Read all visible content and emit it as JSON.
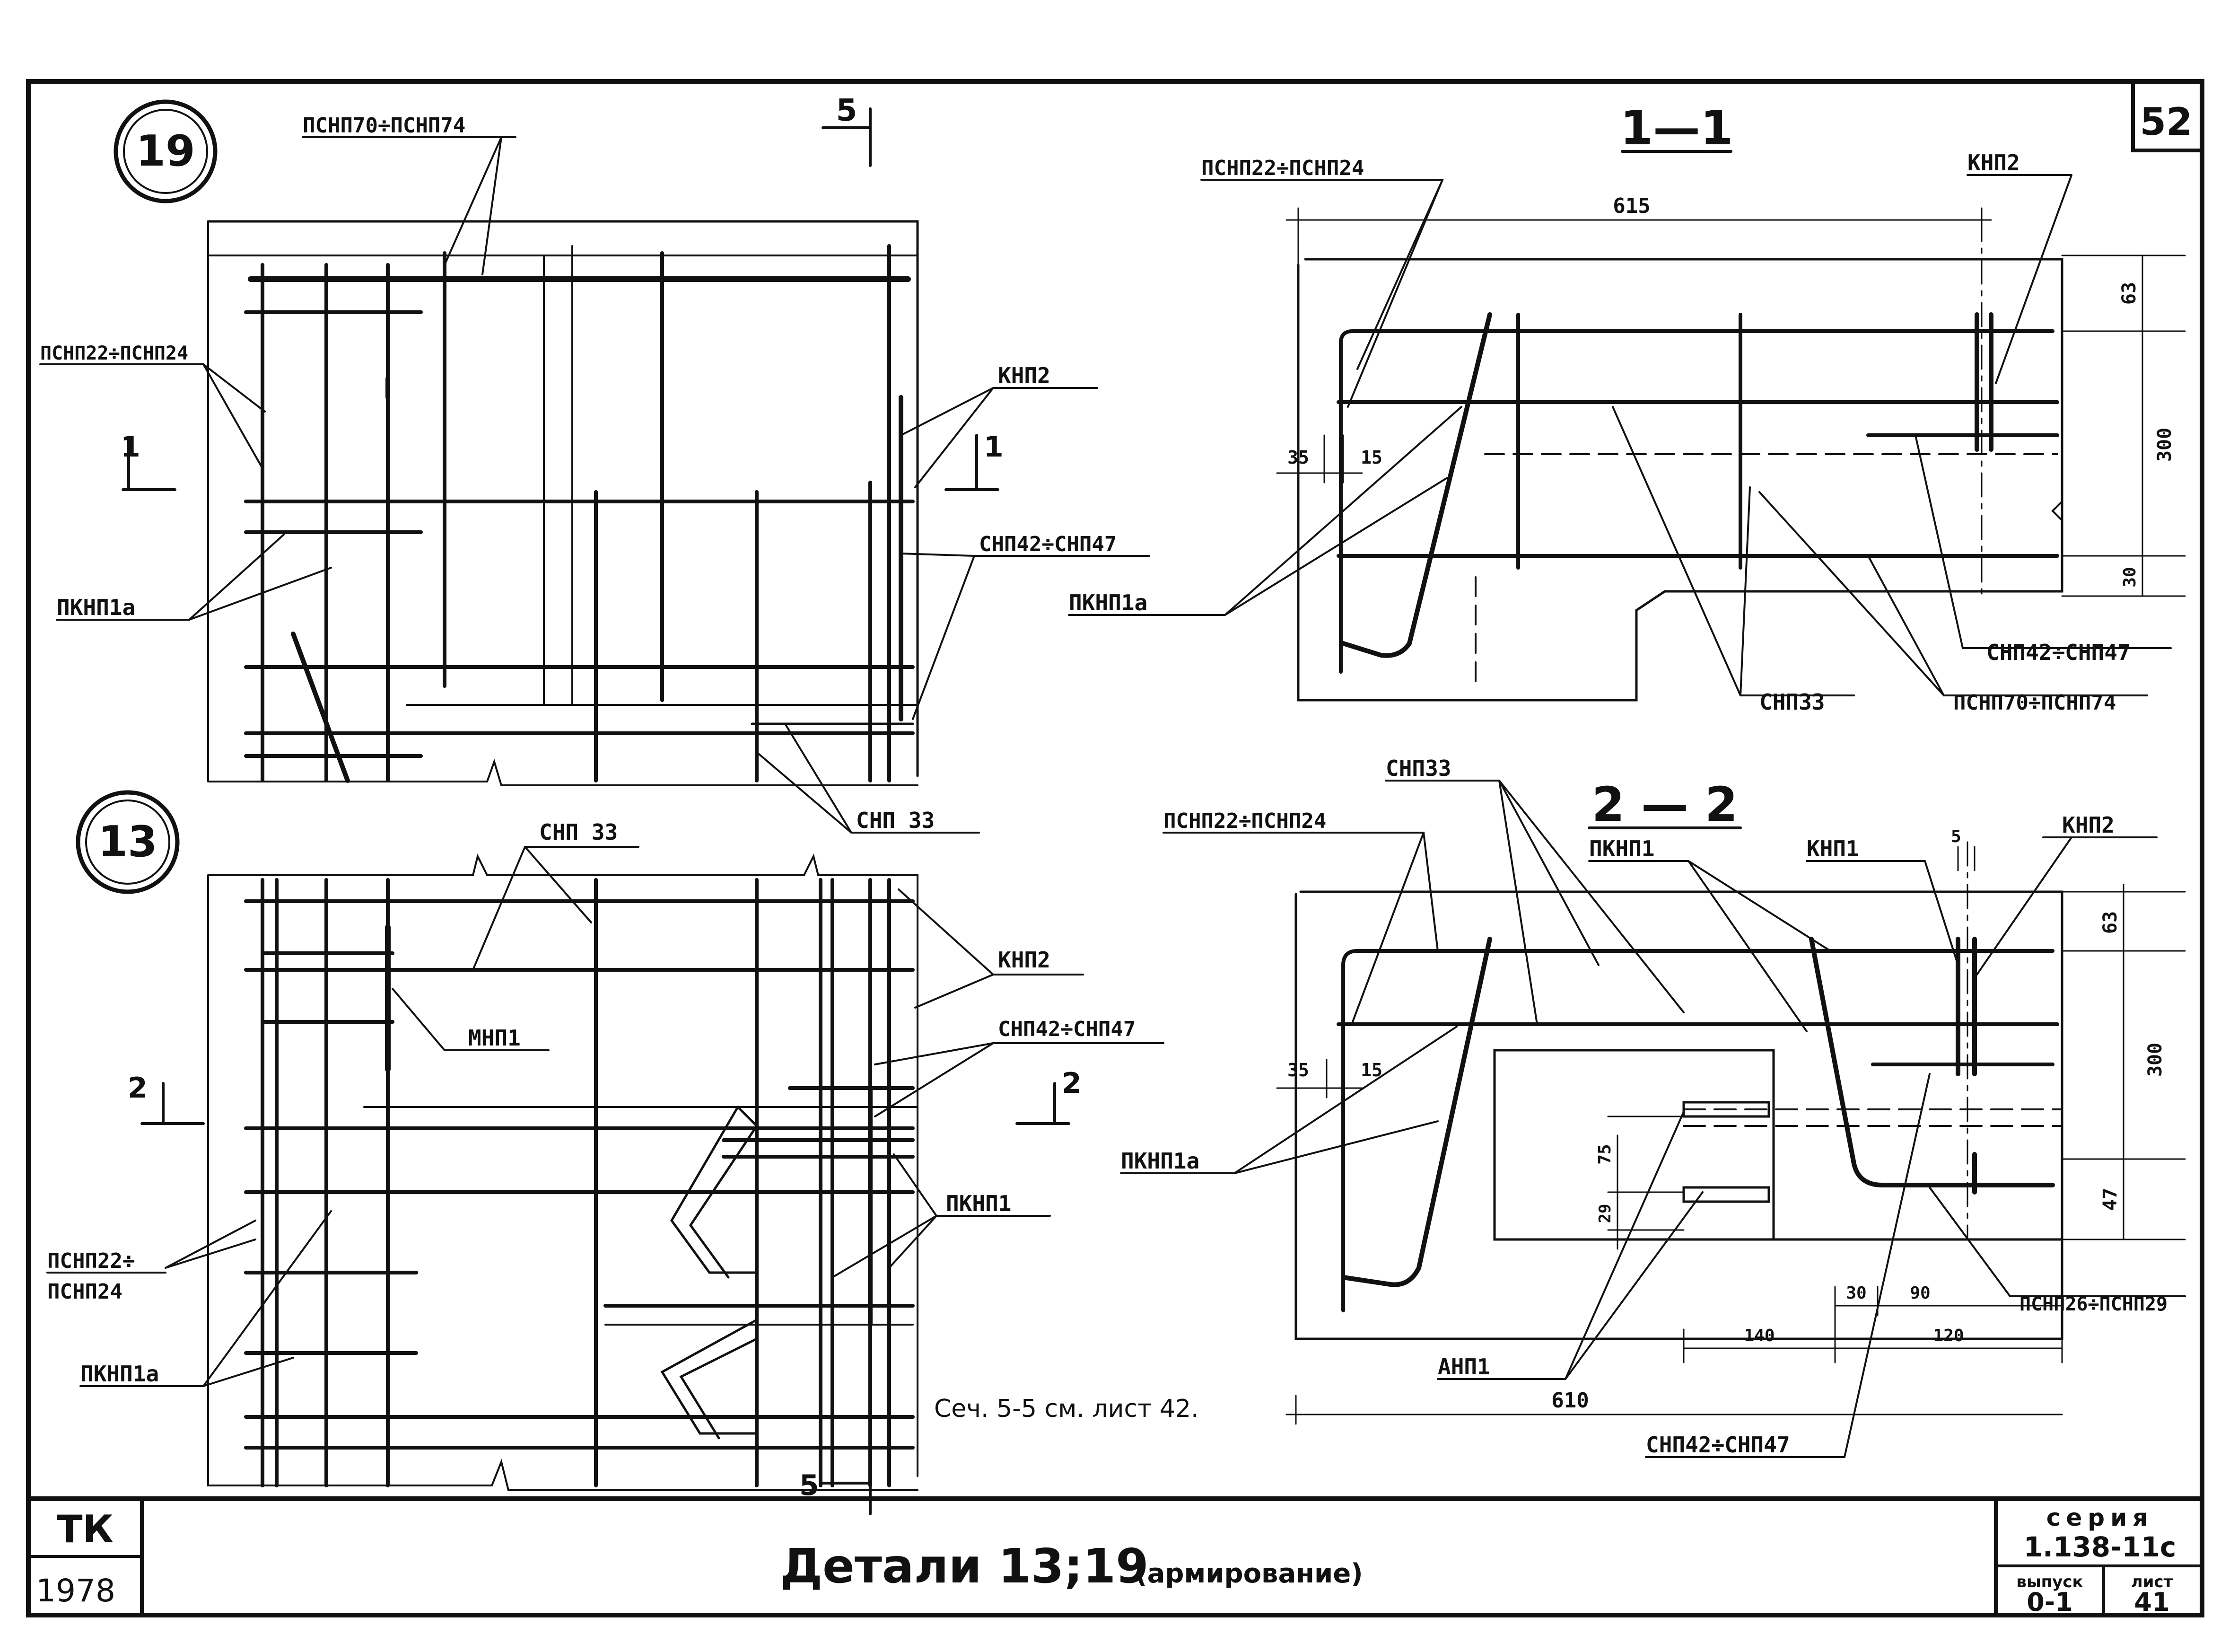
{
  "sheet": {
    "number": "52",
    "title_main": "Детали 13;19",
    "title_sub": "(армирование)",
    "org": "ТК",
    "year": "1978",
    "series_label": "серия",
    "series_value": "1.138-11с",
    "issue_label": "выпуск",
    "issue_value": "0-1",
    "list_label": "лист",
    "list_value": "41"
  },
  "detail19": {
    "circle": "19",
    "cut5": "5",
    "cut1_left": "1",
    "cut1_right": "1",
    "labels": {
      "psnp70": "ПСНП70÷ПСНП74",
      "psnp22": "ПСНП22÷ПСНП24",
      "knp2": "КНП2",
      "pknp1a": "ПКНП1а",
      "snp42": "СНП42÷СНП47",
      "snp33": "СНП 33"
    }
  },
  "detail13": {
    "circle": "13",
    "cut2_left": "2",
    "cut2_right": "2",
    "cut5": "5",
    "note": "Сеч. 5-5 см. лист 42.",
    "labels": {
      "snp33": "СНП 33",
      "knp2": "КНП2",
      "mnp1": "МНП1",
      "snp42": "СНП42÷СНП47",
      "pknp1": "ПКНП1",
      "psnp22_a": "ПСНП22÷",
      "psnp22_b": "ПСНП24",
      "pknp1a": "ПКНП1а"
    }
  },
  "section11": {
    "title": "1—1",
    "labels": {
      "psnp22": "ПСНП22÷ПСНП24",
      "knp2": "КНП2",
      "pknp1a": "ПКНП1а",
      "snp42": "СНП42÷СНП47",
      "snp33": "СНП33",
      "psnp70": "ПСНП70÷ПСНП74"
    },
    "dims": {
      "w615": "615",
      "d63": "63",
      "d300": "300",
      "d30": "30",
      "d35": "35",
      "d15": "15"
    }
  },
  "section22": {
    "title": "2 — 2",
    "labels": {
      "snp33": "СНП33",
      "psnp22": "ПСНП22÷ПСНП24",
      "pknp1": "ПКНП1",
      "knp1": "КНП1",
      "knp2": "КНП2",
      "pknp1a": "ПКНП1а",
      "psnp26": "ПСНП26÷ПСНП29",
      "anp1": "АНП1",
      "snp42": "СНП42÷СНП47"
    },
    "dims": {
      "d5": "5",
      "d63": "63",
      "d300": "300",
      "d35": "35",
      "d15": "15",
      "d75": "75",
      "d29": "29",
      "d47": "47",
      "d30": "30",
      "d90": "90",
      "d140": "140",
      "d120": "120",
      "w610": "610"
    }
  }
}
